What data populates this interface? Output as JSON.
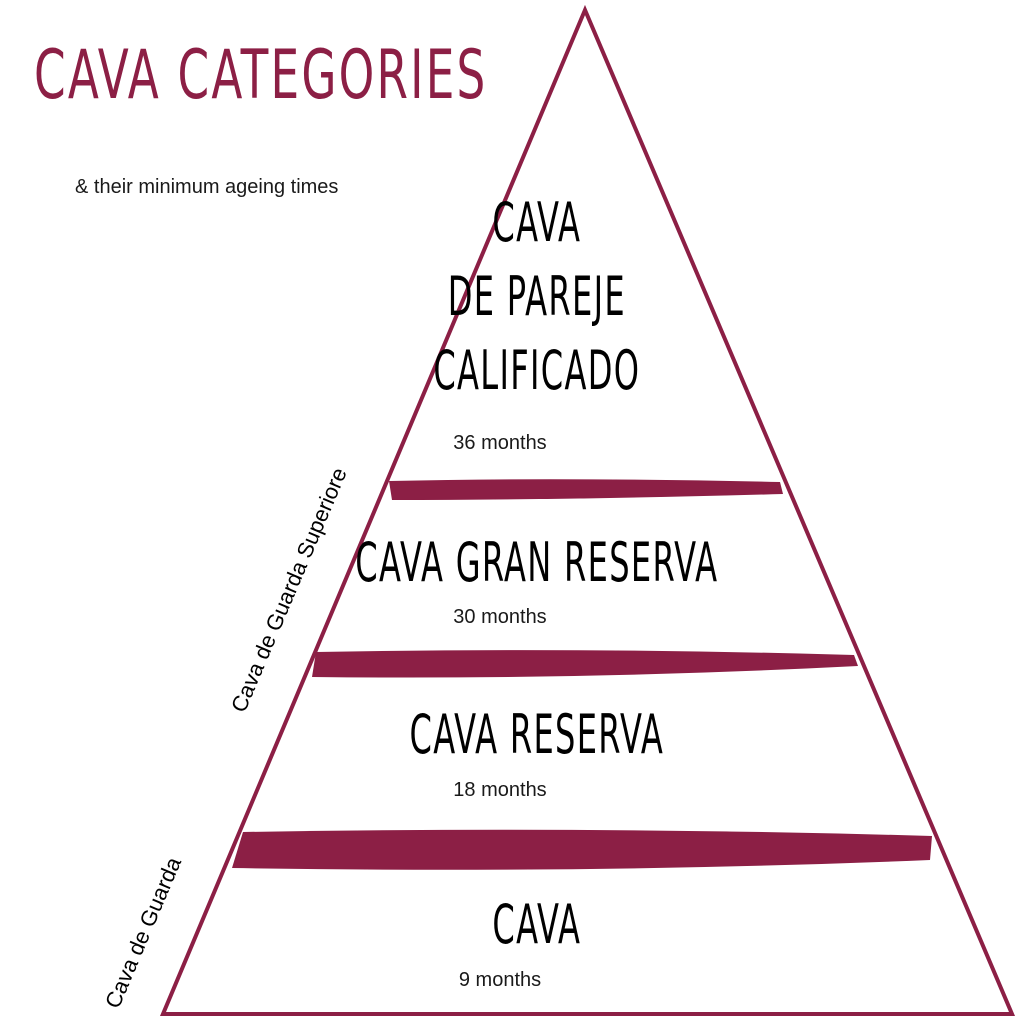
{
  "title": "CAVA CATEGORIES",
  "subtitle": "& their minimum ageing times",
  "colors": {
    "accent": "#8c1f45",
    "outline": "#8c1f45",
    "text": "#000000"
  },
  "tiers": [
    {
      "name": "CAVA\nDE PAREJE\nCALIFICADO",
      "time": "36 months"
    },
    {
      "name": "CAVA GRAN RESERVA",
      "time": "30 months"
    },
    {
      "name": "CAVA RESERVA",
      "time": "18 months"
    },
    {
      "name": "CAVA",
      "time": "9 months"
    }
  ],
  "side_labels": {
    "superiore": "Cava de Guarda Superiore",
    "guarda": "Cava de Guarda"
  }
}
